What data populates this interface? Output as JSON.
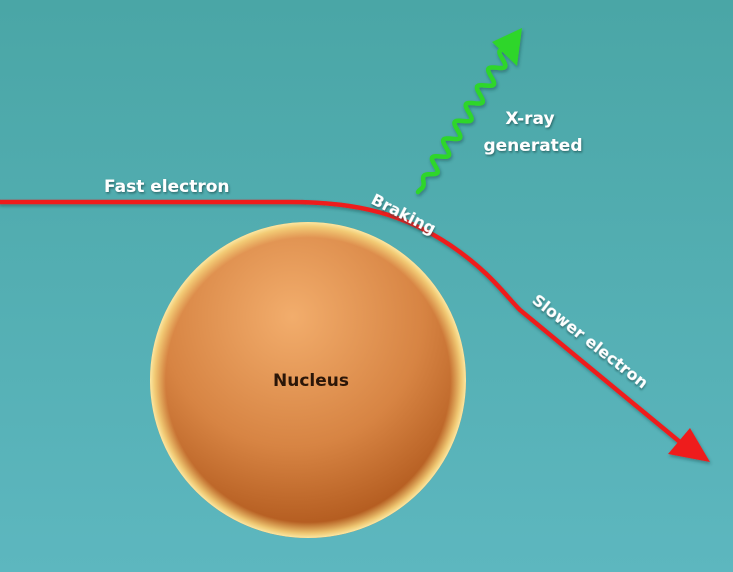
{
  "diagram": {
    "labels": {
      "fast_electron": "Fast electron",
      "braking": "Braking",
      "xray_line1": "X-ray",
      "xray_line2": "generated",
      "slower_electron": "Slower electron",
      "nucleus": "Nucleus"
    },
    "colors": {
      "background_top": "#4aa6a6",
      "background_bottom": "#5db7bf",
      "electron_path": "#ee1c1c",
      "xray_wave": "#2fd62a",
      "nucleus_light": "#f0a766",
      "nucleus_dark": "#b0581c",
      "nucleus_rim": "#f5d27a",
      "label_text": "#ffffff",
      "nucleus_text": "#2b1608"
    },
    "elements": {
      "nucleus": "nucleus",
      "electron_path": "electron-trajectory",
      "xray": "xray-photon-wave"
    }
  }
}
